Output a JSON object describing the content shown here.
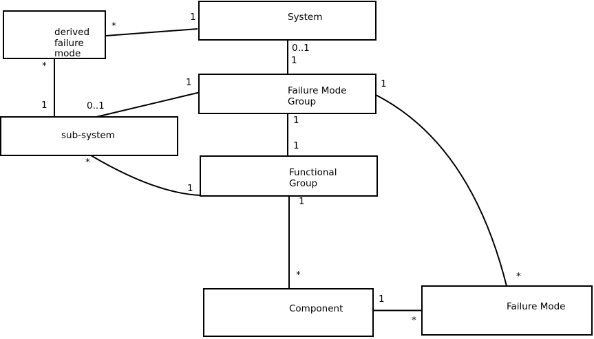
{
  "diagram": {
    "background_color": "#ffffff",
    "line_color": "#000000",
    "nodes": {
      "derived_failure_mode": "derived\nfailure\nmode",
      "system": "System",
      "failure_mode_group": "Failure Mode\nGroup",
      "sub_system": "sub-system",
      "functional_group": "Functional\nGroup",
      "component": "Component",
      "failure_mode": "Failure Mode"
    },
    "edges": [
      {
        "from": "System",
        "to": "derived failure mode",
        "mult_from": "1",
        "mult_to": "*"
      },
      {
        "from": "derived failure mode",
        "to": "sub-system",
        "mult_from": "*",
        "mult_to": "1"
      },
      {
        "from": "sub-system",
        "to": "Failure Mode Group",
        "mult_from": "0..1",
        "mult_to": "1"
      },
      {
        "from": "System",
        "to": "Failure Mode Group",
        "mult_from": "0..1",
        "mult_to": "1"
      },
      {
        "from": "Failure Mode Group",
        "to": "Functional Group",
        "mult_from": "1",
        "mult_to": "1"
      },
      {
        "from": "Failure Mode Group",
        "to": "Failure Mode",
        "mult_from": "1",
        "mult_to": "*"
      },
      {
        "from": "sub-system",
        "to": "Functional Group",
        "mult_from": "*",
        "mult_to": "1"
      },
      {
        "from": "Functional Group",
        "to": "Component",
        "mult_from": "1",
        "mult_to": "*"
      },
      {
        "from": "Component",
        "to": "Failure Mode",
        "mult_from": "1",
        "mult_to": "*"
      }
    ]
  }
}
